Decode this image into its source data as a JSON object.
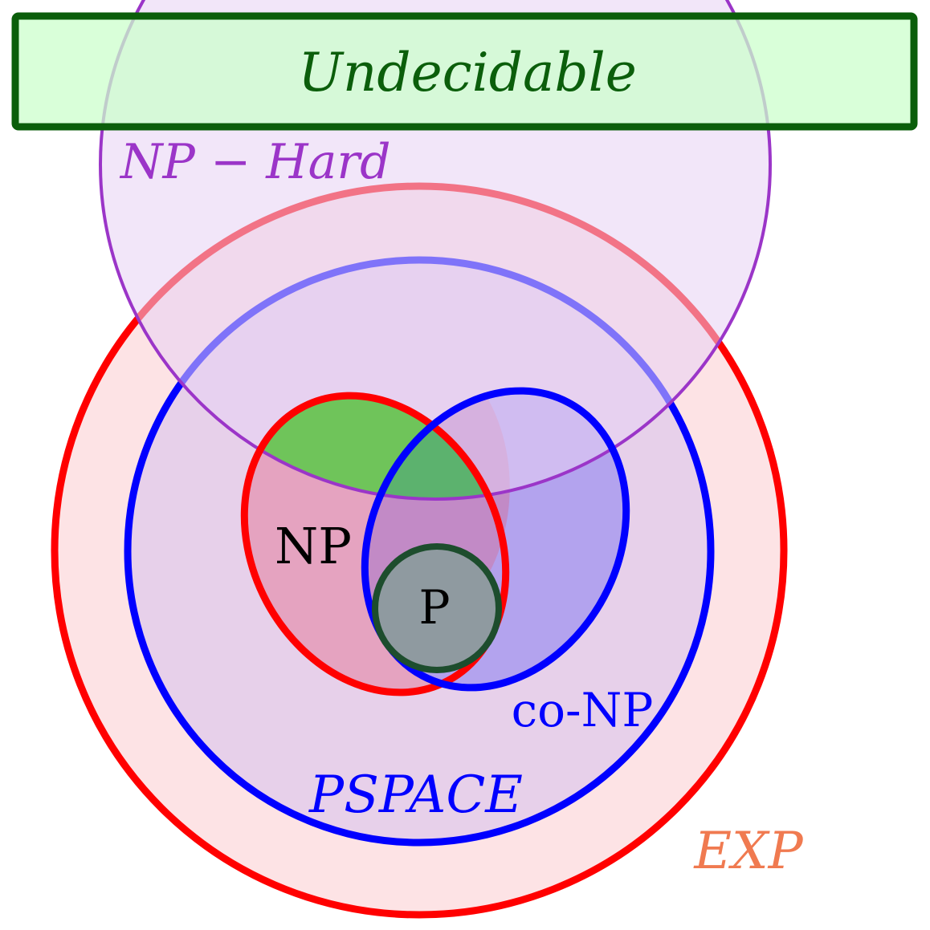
{
  "diagram": {
    "labels": {
      "undecidable": "Undecidable",
      "np_hard": "NP − Hard",
      "np": "NP",
      "p": "P",
      "co_np": "co-NP",
      "pspace": "PSPACE",
      "exp": "EXP"
    },
    "colors": {
      "exp_stroke": "#ff0000",
      "exp_fill": "#fde3e5",
      "pspace_stroke": "#0000ff",
      "np_hard_stroke": "#9b35c8",
      "np_hard_fill": "#e8d2f4",
      "undecidable_stroke": "#0b5e0b",
      "undecidable_fill": "#ccffcc",
      "np_fill": "#e5a3c0",
      "co_np_fill": "#b0a0ee",
      "np_hard_intersection_fill": "#6fc45a",
      "p_fill": "#8f9aa0",
      "p_stroke": "#1d4d2d",
      "exp_label": "#f07a50"
    }
  }
}
